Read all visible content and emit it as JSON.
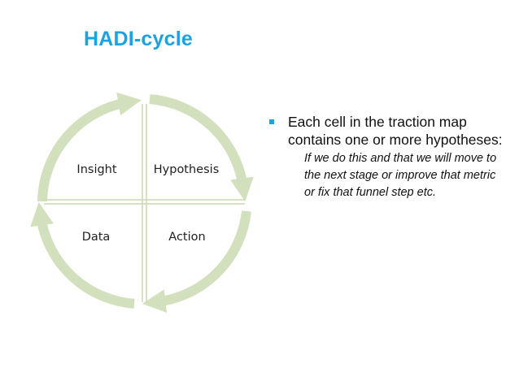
{
  "slide": {
    "title": "HADI-cycle"
  },
  "diagram": {
    "cells": {
      "top_left": "Insight",
      "top_right": "Hypothesis",
      "bottom_left": "Data",
      "bottom_right": "Action"
    },
    "colors": {
      "arrow": "#d3e0be",
      "divider": "#c9d9ad"
    }
  },
  "bullets": {
    "main": "Each cell in the traction map contains one or more hypotheses:",
    "sub": "If we do this and that we will move to the next stage or improve that metric or fix that funnel step etc."
  },
  "colors": {
    "accent": "#1aa3e0"
  }
}
